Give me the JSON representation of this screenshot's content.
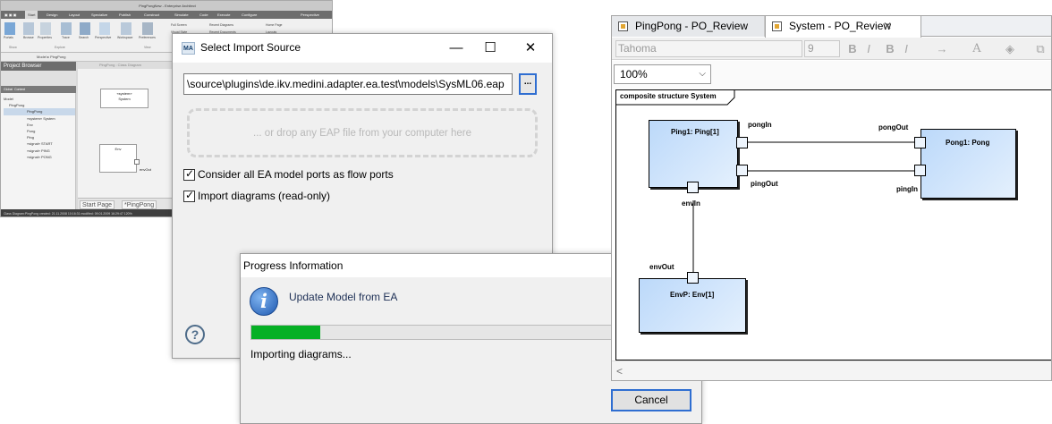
{
  "ea_window": {
    "title": "PingPongNew - Enterprise Architect",
    "ribbon_tabs": [
      "Start",
      "Design",
      "Layout",
      "Specialize",
      "Publish",
      "Construct",
      "Simulate",
      "Code",
      "Execute",
      "Configure"
    ],
    "ribbon_active": "Start",
    "perspective": "Perspective",
    "ribbon_buttons": [
      "Portals",
      "Browse",
      "Properties",
      "Trace",
      "Search",
      "Perspective",
      "Workspace",
      "Preferences",
      "Full Screen",
      "Visual Style",
      "Recent Diagrams",
      "Recent Documents",
      "Home Page",
      "Layouts"
    ],
    "ribbon_groups": [
      "Show",
      "Explore",
      "View"
    ],
    "address": "Model ▸ PingPong",
    "project_browser_title": "Project Browser",
    "browser_subtabs": [
      "Global",
      "Context"
    ],
    "tree": [
      "Model",
      "PingPong",
      "PingPong",
      "«system» System",
      "Env",
      "Pong",
      "Ping",
      "«signal» START",
      "«signal» PING",
      "«signal» PONG"
    ],
    "canvas_tab": "PingPong : Class Diagram",
    "canvas_system_label": "«system»\nSystem",
    "canvas_env_label": "Env",
    "canvas_envout_label": "envOut",
    "bottom_tabs": [
      "Start Page",
      "*PingPong"
    ],
    "status": "Class Diagram:PingPong   created: 21.11.2008 10:16:31   modified: 09.01.2009 16:29:47   120%"
  },
  "import_dialog": {
    "title": "Select Import Source",
    "logo_text": "MA",
    "path_value": "\\source\\plugins\\de.ikv.medini.adapter.ea.test\\models\\SysML06.eap",
    "browse_label": "...",
    "drop_hint": "... or drop any EAP file from your computer here",
    "option_flow_ports": "Consider all EA model ports as flow ports",
    "option_import_diagrams": "Import diagrams (read-only)",
    "option_flow_ports_checked": true,
    "option_import_diagrams_checked": true,
    "help_label": "?",
    "window_controls": [
      "—",
      "☐",
      "✕"
    ]
  },
  "progress_dialog": {
    "title": "Progress Information",
    "message": "Update Model from EA",
    "progress_fraction": 0.19,
    "progress_color": "#06b025",
    "subtask": "Importing diagrams...",
    "cancel_label": "Cancel",
    "info_icon_glyph": "i"
  },
  "editor": {
    "tabs": [
      {
        "label": "PingPong - PO_Review",
        "active": false
      },
      {
        "label": "System - PO_Review",
        "active": true
      }
    ],
    "close_glyph": "✕",
    "font_name": "Tahoma",
    "font_size": "9",
    "format_buttons": [
      "B",
      "I",
      "B",
      "I",
      "→",
      "A",
      "◈",
      "⧉"
    ],
    "zoom": "100%",
    "frame_label": "composite structure System",
    "parts": [
      {
        "label": "Ping1: Ping[1]"
      },
      {
        "label": "Pong1: Pong"
      },
      {
        "label": "EnvP: Env[1]"
      }
    ],
    "ports": [
      "pongIn",
      "pongOut",
      "pingOut",
      "pingIn",
      "envIn",
      "envOut"
    ],
    "scroll_left": "<"
  }
}
